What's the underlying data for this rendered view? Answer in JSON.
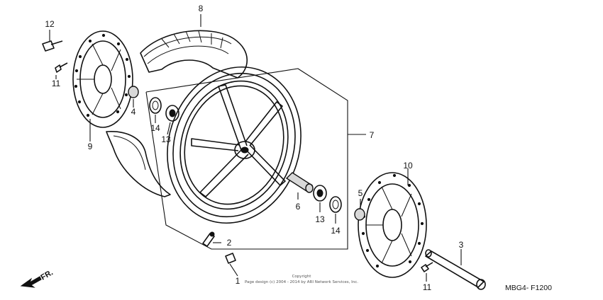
{
  "diagram": {
    "code": "MBG4- F1200",
    "fr_label": "FR.",
    "copyright_line1": "Copyright",
    "copyright_line2": "Page design (c) 2004 - 2014 by ARI Network Services, Inc."
  },
  "callouts": [
    {
      "id": "1",
      "text": "1"
    },
    {
      "id": "2",
      "text": "2"
    },
    {
      "id": "3",
      "text": "3"
    },
    {
      "id": "4",
      "text": "4"
    },
    {
      "id": "5",
      "text": "5"
    },
    {
      "id": "6",
      "text": "6"
    },
    {
      "id": "7",
      "text": "7"
    },
    {
      "id": "8",
      "text": "8"
    },
    {
      "id": "9",
      "text": "9"
    },
    {
      "id": "10",
      "text": "10"
    },
    {
      "id": "11a",
      "text": "11"
    },
    {
      "id": "11b",
      "text": "11"
    },
    {
      "id": "12",
      "text": "12"
    },
    {
      "id": "13a",
      "text": "13"
    },
    {
      "id": "13b",
      "text": "13"
    },
    {
      "id": "14a",
      "text": "14"
    },
    {
      "id": "14b",
      "text": "14"
    }
  ],
  "colors": {
    "line": "#111111",
    "background": "#ffffff"
  }
}
